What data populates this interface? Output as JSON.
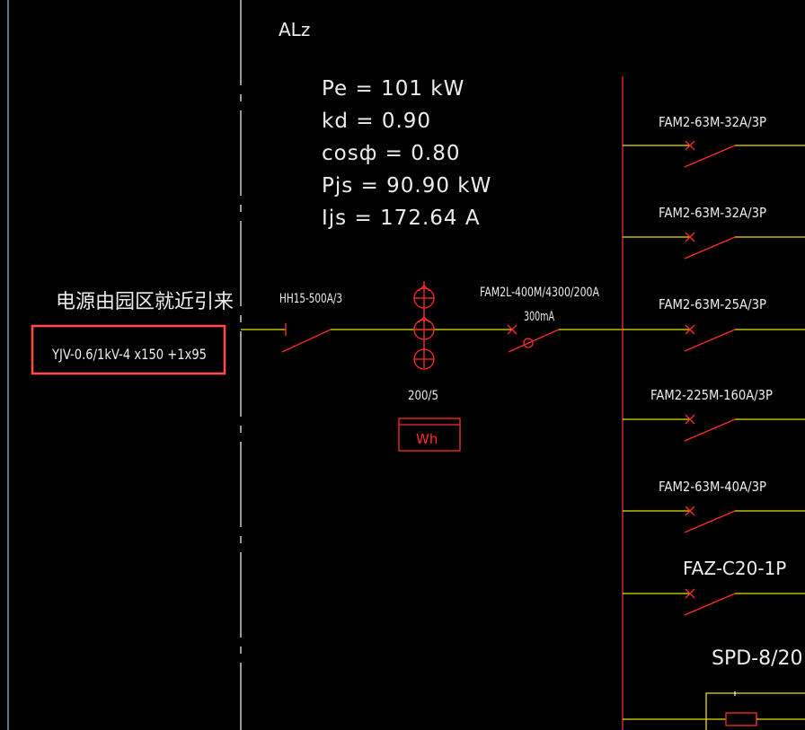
{
  "panel_name": "ALz",
  "calc": {
    "pe": "Pe = 101 kW",
    "kd": "kd = 0.90",
    "cos": "cosф = 0.80",
    "pjs": "Pjs = 90.90 kW",
    "ijs": "Ijs = 172.64 A"
  },
  "source": {
    "title": "电源由园区就近引来",
    "cable": "YJV-0.6/1kV-4 x150 +1x95"
  },
  "incoming": {
    "switch": "HH15-500A/3",
    "ct_ratio": "200/5",
    "meter": "Wh",
    "main_breaker": "FAM2L-400M/4300/200A",
    "leakage": "300mA"
  },
  "branches": [
    "FAM2-63M-32A/3P",
    "FAM2-63M-32A/3P",
    "FAM2-63M-25A/3P",
    "FAM2-225M-160A/3P",
    "FAM2-63M-40A/3P",
    "FAZ-C20-1P"
  ],
  "spd": "SPD-8/20",
  "colors": {
    "background": "#000000",
    "wire_red": "#ff2a2a",
    "wire_yellow": "#e8e000",
    "highlight_box": "#ff4a4a",
    "text": "#ededed"
  }
}
